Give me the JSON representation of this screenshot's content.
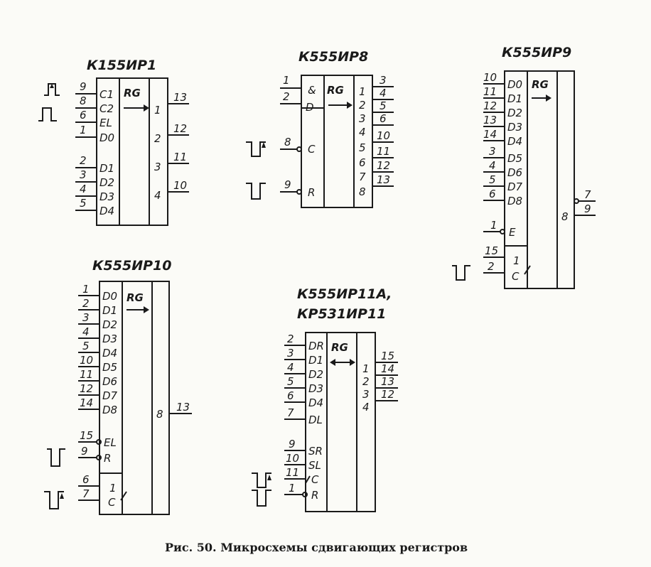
{
  "caption": "Рис. 50. Микросхемы сдвигающих регистров",
  "chips": {
    "k155ir1": {
      "title": "К155ИР1",
      "rg": "RG",
      "inputs": [
        {
          "pin": "9",
          "label": "C1"
        },
        {
          "pin": "8",
          "label": "C2"
        },
        {
          "pin": "6",
          "label": "EL"
        },
        {
          "pin": "1",
          "label": "D0"
        },
        {
          "pin": "2",
          "label": "D1"
        },
        {
          "pin": "3",
          "label": "D2"
        },
        {
          "pin": "4",
          "label": "D3"
        },
        {
          "pin": "5",
          "label": "D4"
        }
      ],
      "outputs": [
        {
          "index": "1",
          "pin": "13"
        },
        {
          "index": "2",
          "pin": "12"
        },
        {
          "index": "3",
          "pin": "11"
        },
        {
          "index": "4",
          "pin": "10"
        }
      ]
    },
    "k555ir8": {
      "title": "К555ИР8",
      "rg": "RG",
      "and_sign": "&",
      "inputs": [
        {
          "pin": "1",
          "label": ""
        },
        {
          "pin": "2",
          "label": "D"
        },
        {
          "pin": "8",
          "label": "C"
        },
        {
          "pin": "9",
          "label": "R"
        }
      ],
      "outputs": [
        {
          "index": "1",
          "pin": "3"
        },
        {
          "index": "2",
          "pin": "4"
        },
        {
          "index": "3",
          "pin": "5"
        },
        {
          "index": "4",
          "pin": "6"
        },
        {
          "index": "5",
          "pin": "10"
        },
        {
          "index": "6",
          "pin": "11"
        },
        {
          "index": "7",
          "pin": "12"
        },
        {
          "index": "8",
          "pin": "13"
        }
      ]
    },
    "k555ir9": {
      "title": "К555ИР9",
      "rg": "RG",
      "inputs": [
        {
          "pin": "10",
          "label": "D0"
        },
        {
          "pin": "11",
          "label": "D1"
        },
        {
          "pin": "12",
          "label": "D2"
        },
        {
          "pin": "13",
          "label": "D3"
        },
        {
          "pin": "14",
          "label": "D4"
        },
        {
          "pin": "3",
          "label": "D5"
        },
        {
          "pin": "4",
          "label": "D6"
        },
        {
          "pin": "5",
          "label": "D7"
        },
        {
          "pin": "6",
          "label": "D8"
        },
        {
          "pin": "1",
          "label": "E"
        }
      ],
      "clock": {
        "pins": [
          "15",
          "2"
        ],
        "labels": [
          "1",
          "C"
        ]
      },
      "outputs": [
        {
          "index": "8",
          "pins": [
            "7",
            "9"
          ]
        }
      ]
    },
    "k555ir10": {
      "title": "К555ИР10",
      "rg": "RG",
      "inputs": [
        {
          "pin": "1",
          "label": "D0"
        },
        {
          "pin": "2",
          "label": "D1"
        },
        {
          "pin": "3",
          "label": "D2"
        },
        {
          "pin": "4",
          "label": "D3"
        },
        {
          "pin": "5",
          "label": "D4"
        },
        {
          "pin": "10",
          "label": "D5"
        },
        {
          "pin": "11",
          "label": "D6"
        },
        {
          "pin": "12",
          "label": "D7"
        },
        {
          "pin": "14",
          "label": "D8"
        },
        {
          "pin": "15",
          "label": "EL"
        },
        {
          "pin": "9",
          "label": "R"
        }
      ],
      "clock": {
        "pins": [
          "6",
          "7"
        ],
        "labels": [
          "1",
          "C"
        ]
      },
      "outputs": [
        {
          "index": "8",
          "pin": "13"
        }
      ]
    },
    "k555ir11a": {
      "title": "К555ИР11А,",
      "title2": "КР531ИР11",
      "rg": "RG",
      "inputs": [
        {
          "pin": "2",
          "label": "DR"
        },
        {
          "pin": "3",
          "label": "D1"
        },
        {
          "pin": "4",
          "label": "D2"
        },
        {
          "pin": "5",
          "label": "D3"
        },
        {
          "pin": "6",
          "label": "D4"
        },
        {
          "pin": "7",
          "label": "DL"
        },
        {
          "pin": "9",
          "label": "SR"
        },
        {
          "pin": "10",
          "label": "SL"
        },
        {
          "pin": "11",
          "label": "C"
        },
        {
          "pin": "1",
          "label": "R"
        }
      ],
      "outputs": [
        {
          "index": "1",
          "pin": "15"
        },
        {
          "index": "2",
          "pin": "14"
        },
        {
          "index": "3",
          "pin": "13"
        },
        {
          "index": "4",
          "pin": "12"
        }
      ]
    }
  }
}
